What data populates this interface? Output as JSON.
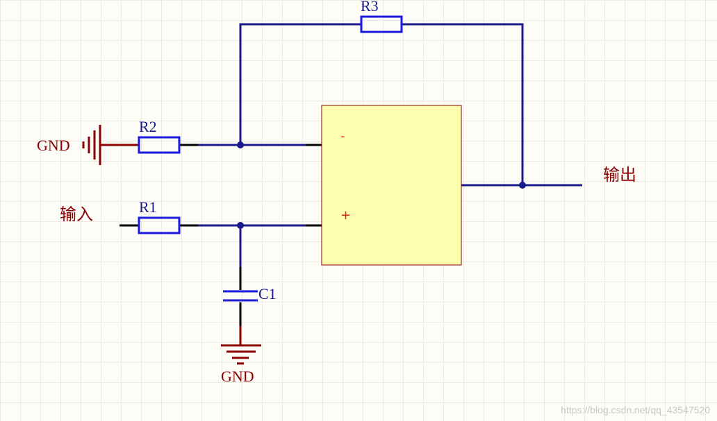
{
  "components": {
    "r1": "R1",
    "r2": "R2",
    "r3": "R3",
    "c1": "C1"
  },
  "ports": {
    "gnd_left": "GND",
    "gnd_bottom": "GND",
    "input": "输入",
    "output": "输出"
  },
  "opamp": {
    "inverting": "-",
    "noninverting": "+",
    "body_color": "#ffffb0",
    "border_color": "#8b0000"
  },
  "colors": {
    "wire": "#1a1a8c",
    "resistor": "#1a1ae0",
    "ground": "#8b0000",
    "background": "#fdfcf7"
  },
  "watermark": "https://blog.csdn.net/qq_43547520"
}
